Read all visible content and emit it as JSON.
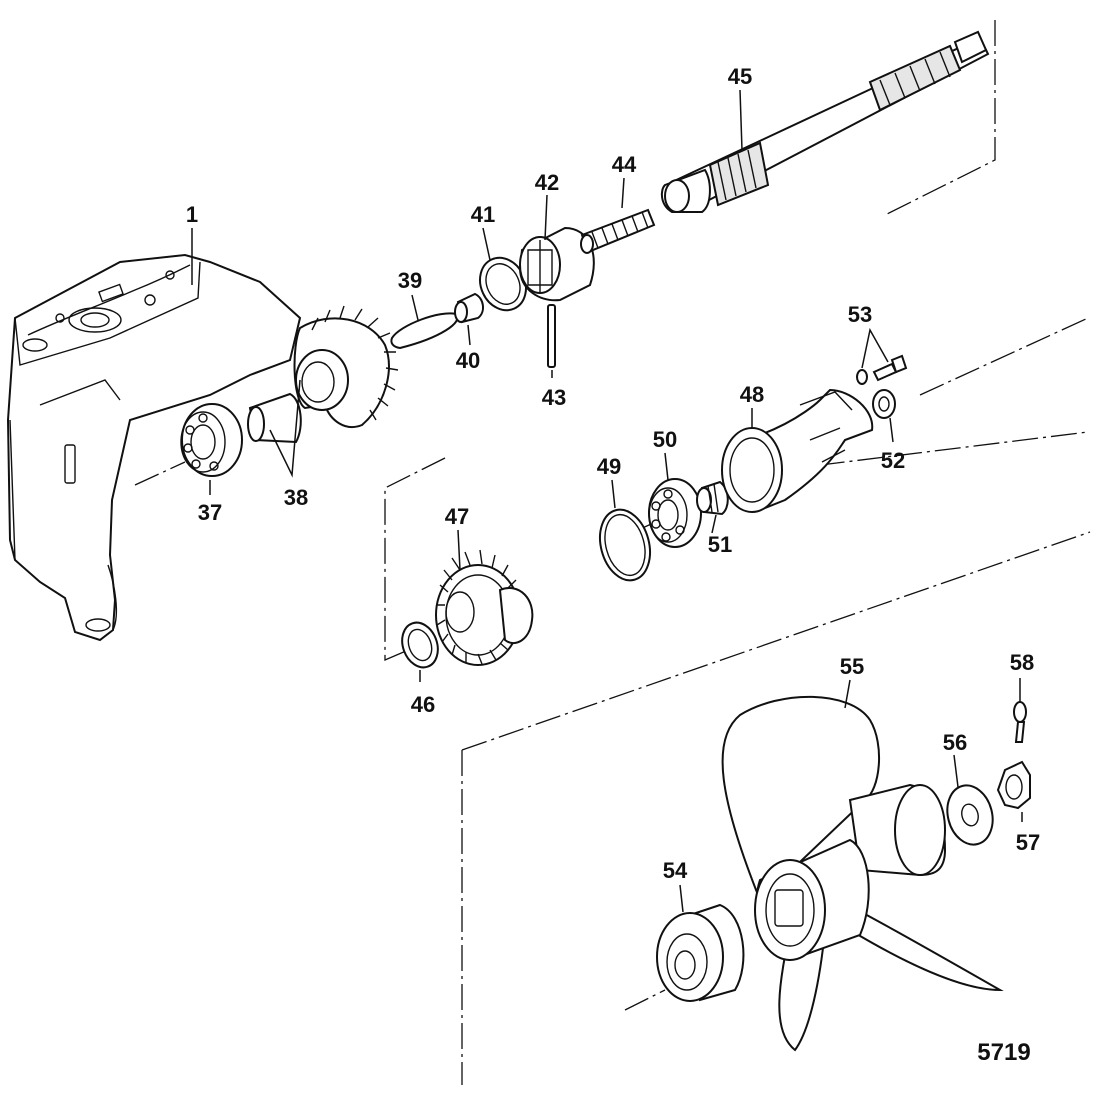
{
  "figure_number": "5719",
  "callouts": {
    "c1": "1",
    "c37": "37",
    "c38": "38",
    "c39": "39",
    "c40": "40",
    "c41": "41",
    "c42": "42",
    "c43": "43",
    "c44": "44",
    "c45": "45",
    "c46": "46",
    "c47": "47",
    "c48": "48",
    "c49": "49",
    "c50": "50",
    "c51": "51",
    "c52": "52",
    "c53": "53",
    "c54": "54",
    "c55": "55",
    "c56": "56",
    "c57": "57",
    "c58": "58"
  },
  "colors": {
    "line": "#111111",
    "background": "#ffffff",
    "shade": "#e6e6e6"
  }
}
